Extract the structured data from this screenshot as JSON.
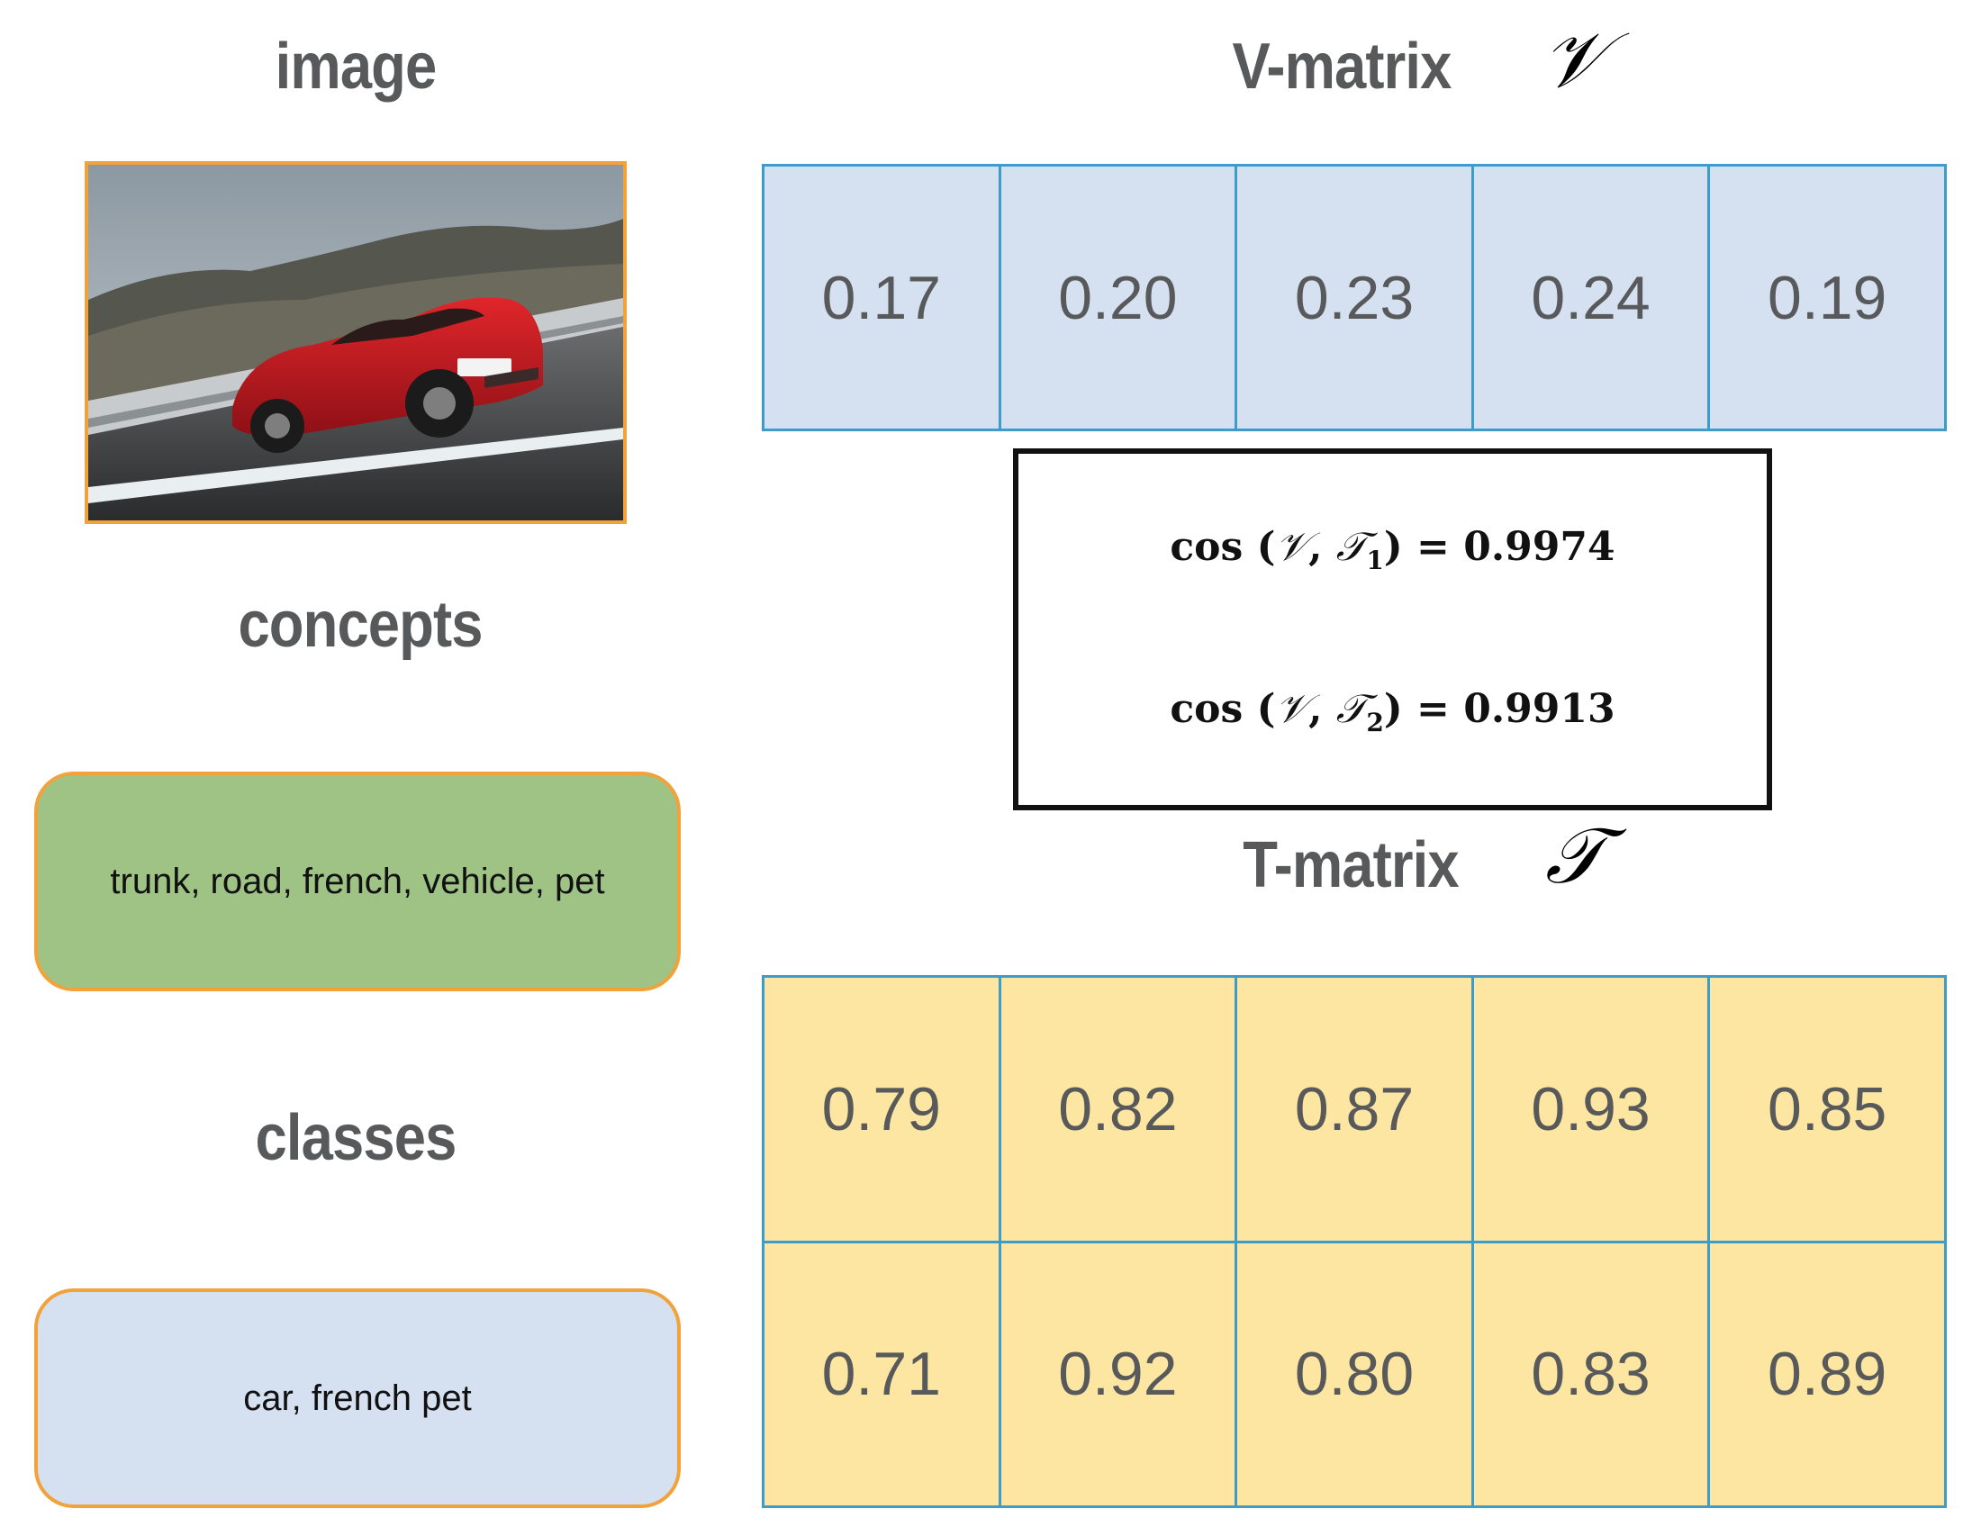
{
  "headings": {
    "image": "image",
    "concepts": "concepts",
    "classes": "classes",
    "v_matrix": "V-matrix",
    "t_matrix": "T-matrix"
  },
  "symbols": {
    "v": "𝒱",
    "t": "𝒯"
  },
  "concepts_text": "trunk, road, french, vehicle, pet",
  "classes_text": "car, french pet",
  "v_matrix": {
    "values": [
      "0.17",
      "0.20",
      "0.23",
      "0.24",
      "0.19"
    ]
  },
  "t_matrix": {
    "rows": [
      [
        "0.79",
        "0.82",
        "0.87",
        "0.93",
        "0.85"
      ],
      [
        "0.71",
        "0.92",
        "0.80",
        "0.83",
        "0.89"
      ]
    ]
  },
  "formulas": [
    {
      "func": "cos",
      "a": "𝒱",
      "b": "𝒯",
      "sub": "1",
      "value": "0.9974"
    },
    {
      "func": "cos",
      "a": "𝒱",
      "b": "𝒯",
      "sub": "2",
      "value": "0.9913"
    }
  ],
  "colors": {
    "box_border": "#f2a23b",
    "concepts_fill": "#9fc385",
    "classes_fill": "#d5e1f1",
    "v_matrix_fill": "#d5e1f1",
    "t_matrix_fill": "#fde6a1",
    "matrix_border": "#3d9cc8",
    "heading_text": "#58595b"
  }
}
